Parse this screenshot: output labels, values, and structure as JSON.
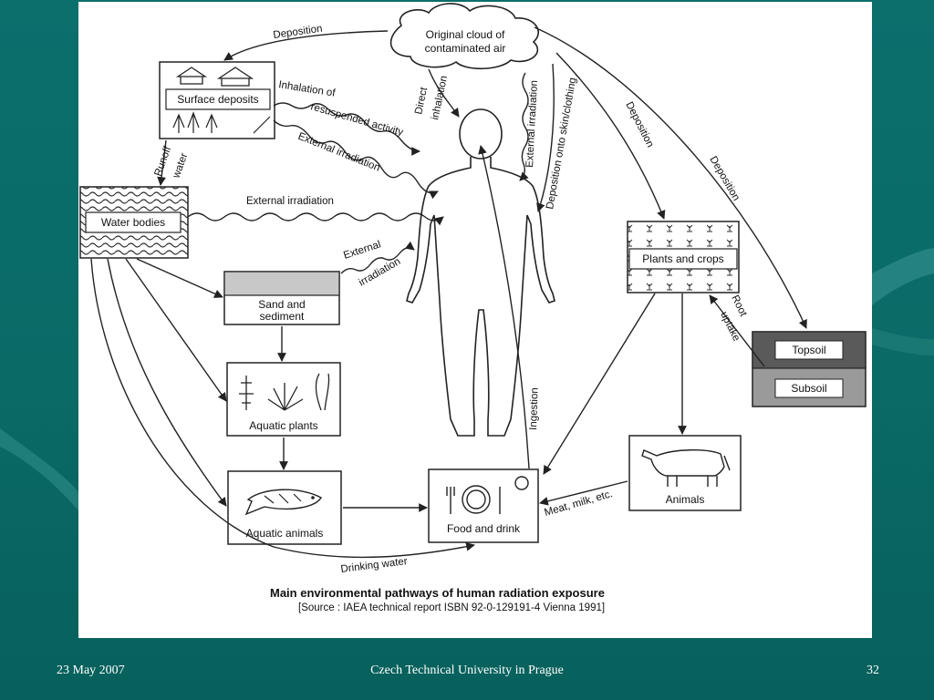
{
  "diagram": {
    "cloud_line1": "Original cloud of",
    "cloud_line2": "contaminated air",
    "nodes": {
      "surface_deposits": "Surface deposits",
      "water_bodies": "Water bodies",
      "sand_line1": "Sand and",
      "sand_line2": "sediment",
      "aquatic_plants": "Aquatic plants",
      "aquatic_animals": "Aquatic animals",
      "food_and_drink": "Food and drink",
      "plants_and_crops": "Plants and crops",
      "animals": "Animals",
      "topsoil": "Topsoil",
      "subsoil": "Subsoil"
    },
    "edges": {
      "deposition_top": "Deposition",
      "inhalation_line1": "Inhalation of",
      "inhalation_line2": "resuspended activity",
      "external_irr_surface": "External irradiation",
      "runoff_line1": "Runoff",
      "runoff_line2": "water",
      "external_irr_water": "External irradiation",
      "external_sand_line1": "External",
      "external_sand_line2": "irradiation",
      "direct_line1": "Direct",
      "direct_line2": "inhalation",
      "external_irr_cloud": "External irradiation",
      "deposition_skin": "Deposition onto skin/clothing",
      "deposition_crops": "Deposition",
      "deposition_soil": "Deposition",
      "root_line1": "Root",
      "root_line2": "uptake",
      "ingestion": "Ingestion",
      "meat_milk": "Meat, milk, etc.",
      "drinking_water": "Drinking water"
    },
    "caption": "Main environmental pathways of human radiation exposure",
    "source": "[Source : IAEA technical report ISBN 92-0-129191-4 Vienna 1991]"
  },
  "footer": {
    "date": "23 May 2007",
    "institution": "Czech Technical University in Prague",
    "page_number": "32"
  }
}
